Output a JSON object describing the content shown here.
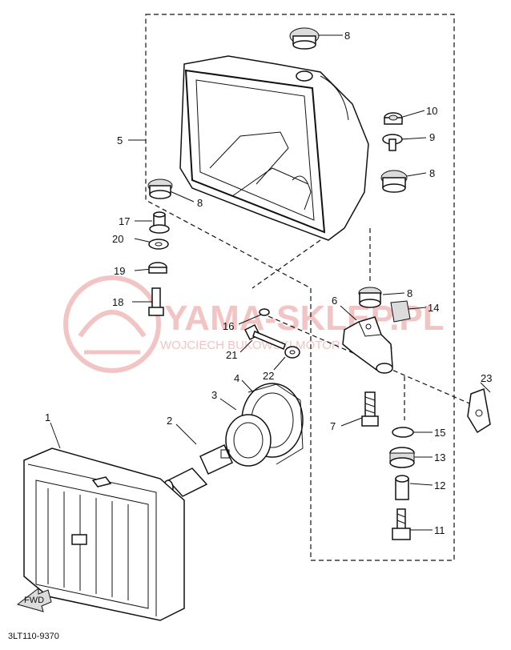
{
  "watermark": {
    "brand": "YAMA-SKLEP.PL",
    "owner": "WOJCIECH BUKOWSKI MOTOR YAMAHA"
  },
  "diagram_code": "3LT110-9370",
  "fwd_label": "FWD",
  "callouts": {
    "p1": "1",
    "p2": "2",
    "p3": "3",
    "p4": "4",
    "p5": "5",
    "p6": "6",
    "p7": "7",
    "p8a": "8",
    "p8b": "8",
    "p8c": "8",
    "p8d": "8",
    "p9": "9",
    "p10": "10",
    "p11": "11",
    "p12": "12",
    "p13": "13",
    "p14": "14",
    "p15": "15",
    "p16": "16",
    "p17": "17",
    "p18": "18",
    "p19": "19",
    "p20": "20",
    "p21": "21",
    "p22": "22",
    "p23": "23"
  }
}
